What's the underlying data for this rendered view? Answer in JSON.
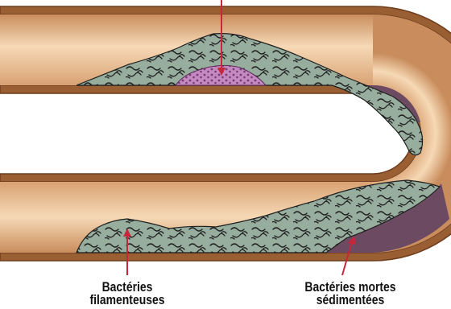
{
  "diagram": {
    "labels": {
      "filamentous": [
        "Bactéries",
        "filamenteuses"
      ],
      "dead": [
        "Bactéries mortes",
        "sédimentées"
      ]
    },
    "colors": {
      "pipe_wall": "#9a5e33",
      "pipe_wall_dark": "#6e3d1d",
      "pipe_inner_light": "#f6d9b6",
      "pipe_inner_mid": "#e4b38a",
      "pipe_inner_dark": "#c98d5d",
      "biofilm": "#97ad9e",
      "biofilm_lines": "#1f1f1f",
      "sediment": "#6b4a62",
      "core_colony": "#c48ac0",
      "core_dots": "#7a3a78",
      "pointer": "#c8263b"
    }
  }
}
